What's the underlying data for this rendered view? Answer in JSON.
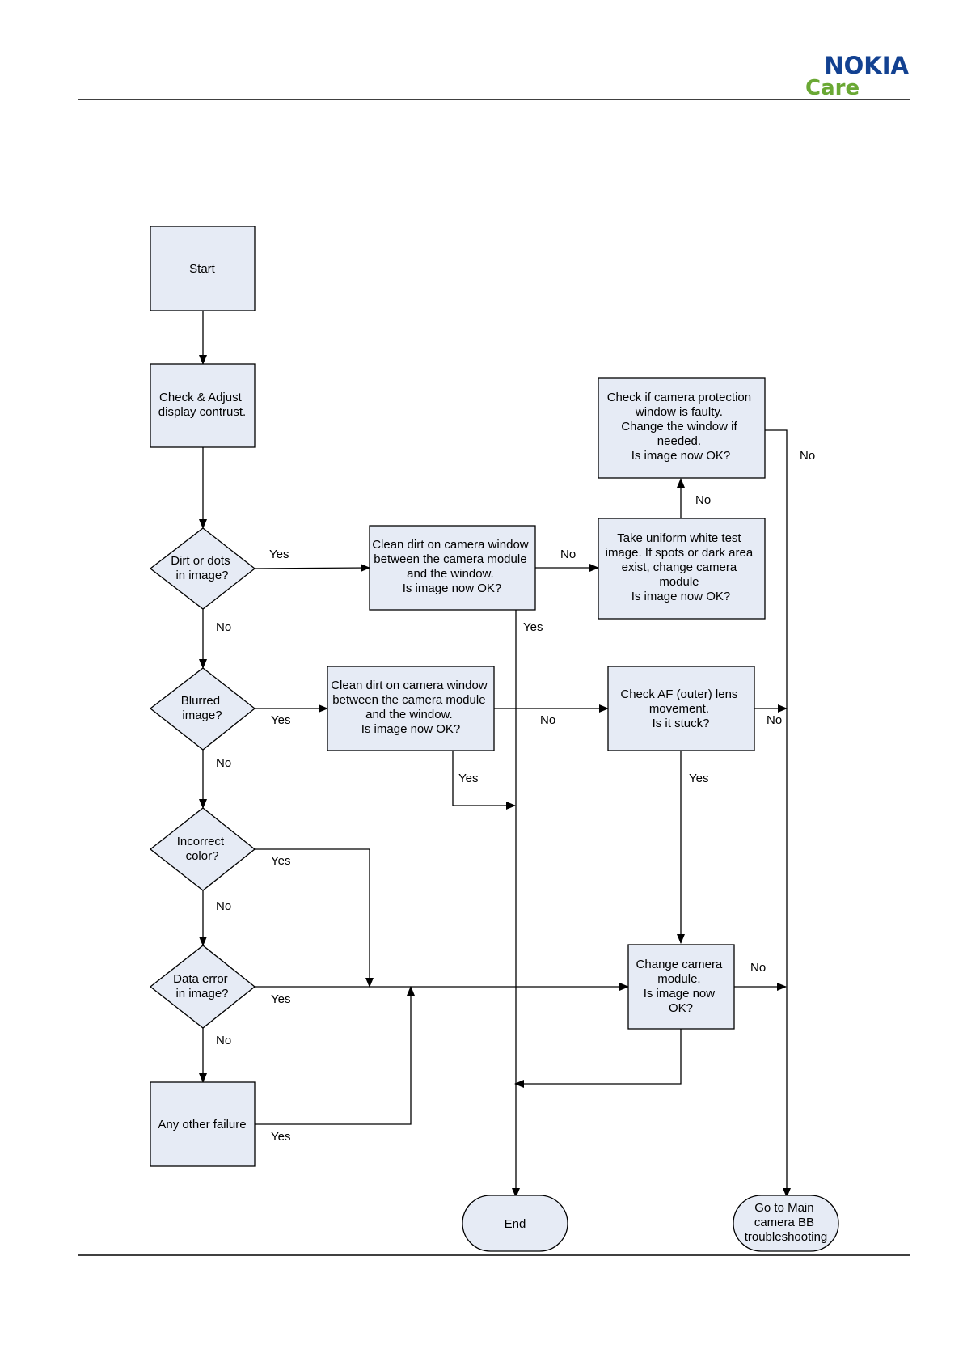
{
  "header": {
    "brand": "NOKIA",
    "sub_brand": "Care",
    "brand_color": "#124191",
    "sub_brand_color": "#6aa834"
  },
  "colors": {
    "node_fill": "#e6ebf5",
    "node_stroke": "#000000"
  },
  "nodes": {
    "start": [
      "Start"
    ],
    "check_adjust": [
      "Check & Adjust",
      "display contrust."
    ],
    "dirt_q": [
      "Dirt or dots",
      "in image?"
    ],
    "clean1": [
      "Clean dirt on camera window",
      "between the camera module",
      "and the window.",
      "Is image now OK?"
    ],
    "white_test": [
      "Take uniform white test",
      "image.  If spots or dark area",
      "exist, change camera",
      "module",
      "Is image now OK?"
    ],
    "protection": [
      "Check if camera protection",
      "window is faulty.",
      "Change the window if",
      "needed.",
      "Is image now OK?"
    ],
    "blurred_q": [
      "Blurred",
      "image?"
    ],
    "clean2": [
      "Clean dirt on camera window",
      "between the camera module",
      "and the window.",
      "Is image now OK?"
    ],
    "af_check": [
      "Check AF (outer) lens",
      "movement.",
      "Is it stuck?"
    ],
    "color_q": [
      "Incorrect",
      "color?"
    ],
    "data_q": [
      "Data error",
      "in image?"
    ],
    "change_module": [
      "Change camera",
      "module.",
      "Is image now",
      "OK?"
    ],
    "other": [
      "Any other failure"
    ],
    "end": [
      "End"
    ],
    "goto_main": [
      "Go to Main",
      "camera BB",
      "troubleshooting"
    ]
  },
  "edge_labels": {
    "dirt_yes": "Yes",
    "dirt_no": "No",
    "clean1_no": "No",
    "clean1_yes": "Yes",
    "white_no": "No",
    "protection_no": "No",
    "blurred_yes": "Yes",
    "blurred_no": "No",
    "clean2_no": "No",
    "clean2_yes": "Yes",
    "af_no": "No",
    "af_yes": "Yes",
    "color_yes": "Yes",
    "color_no": "No",
    "data_yes": "Yes",
    "data_no": "No",
    "change_no": "No",
    "other_yes": "Yes"
  }
}
